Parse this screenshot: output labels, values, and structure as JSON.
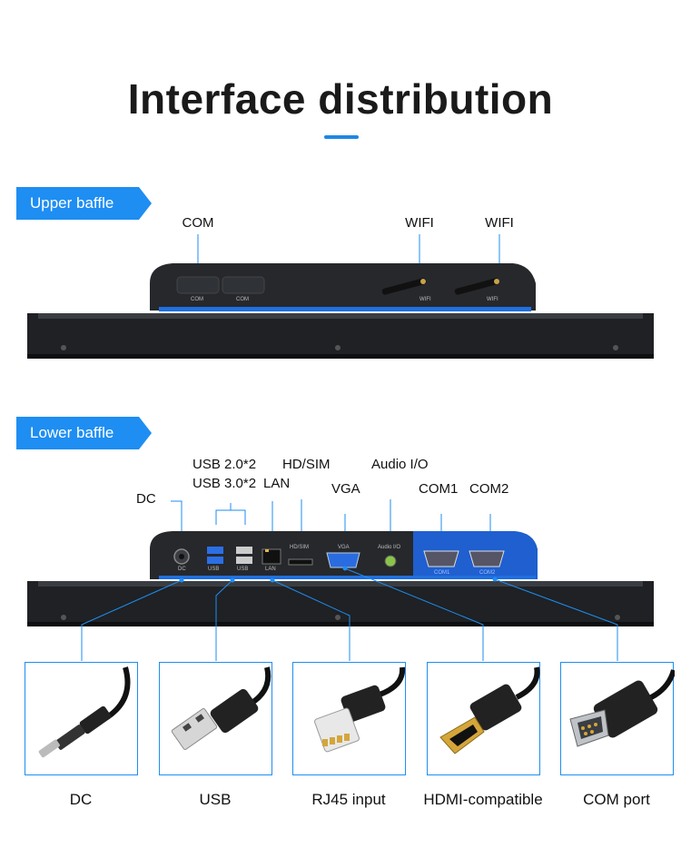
{
  "title": "Interface distribution",
  "upper": {
    "tag": "Upper baffle",
    "labels": {
      "com": "COM",
      "wifi1": "WIFI",
      "wifi2": "WIFI"
    },
    "device_labels": {
      "com_a": "COM",
      "com_b": "COM",
      "wifi_a": "WIFI",
      "wifi_b": "WIFI"
    }
  },
  "lower": {
    "tag": "Lower baffle",
    "labels": {
      "dc": "DC",
      "usb20": "USB 2.0*2",
      "usb30": "USB 3.0*2",
      "lan": "LAN",
      "hdsim": "HD/SIM",
      "vga": "VGA",
      "audio": "Audio I/O",
      "com1": "COM1",
      "com2": "COM2"
    },
    "device_labels": {
      "dc": "DC",
      "usb_a": "USB",
      "usb_b": "USB",
      "lan": "LAN",
      "hdsim": "HD/SIM",
      "vga": "VGA",
      "audio": "Audio I/O",
      "com1": "COM1",
      "com2": "COM2"
    }
  },
  "cards": [
    {
      "label": "DC",
      "icon": "dc-plug-icon"
    },
    {
      "label": "USB",
      "icon": "usb-cable-icon"
    },
    {
      "label": "RJ45 input",
      "icon": "rj45-cable-icon"
    },
    {
      "label": "HDMI-compatible",
      "icon": "hdmi-cable-icon"
    },
    {
      "label": "COM port",
      "icon": "com-cable-icon"
    }
  ],
  "colors": {
    "accent": "#1e8ef2",
    "device_body": "#222428",
    "panel_blue": "#1f5fcf"
  }
}
